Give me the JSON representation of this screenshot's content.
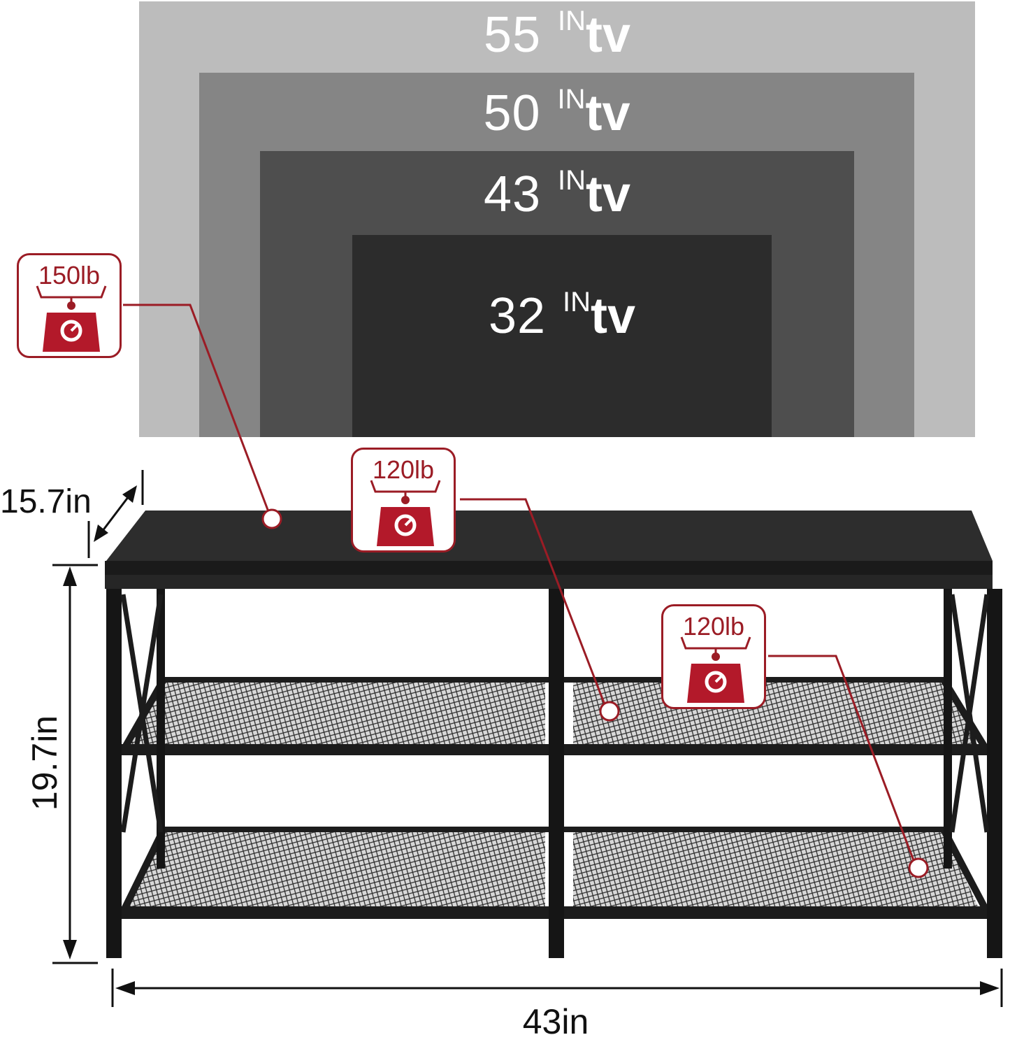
{
  "tv_sizes": [
    {
      "size": "55",
      "unit": "IN",
      "label": "tv"
    },
    {
      "size": "50",
      "unit": "IN",
      "label": "tv"
    },
    {
      "size": "43",
      "unit": "IN",
      "label": "tv"
    },
    {
      "size": "32",
      "unit": "IN",
      "label": "tv"
    }
  ],
  "weight_badges": [
    {
      "weight": "150lb"
    },
    {
      "weight": "120lb"
    },
    {
      "weight": "120lb"
    }
  ],
  "dimensions": {
    "depth": "15.7in",
    "height": "19.7in",
    "width": "43in"
  },
  "colors": {
    "accent": "#9b1c25",
    "tv55": "#bcbcbc",
    "tv50": "#858585",
    "tv43": "#4e4e4e",
    "tv32": "#2c2c2c"
  },
  "icons": [
    "scale-icon"
  ]
}
